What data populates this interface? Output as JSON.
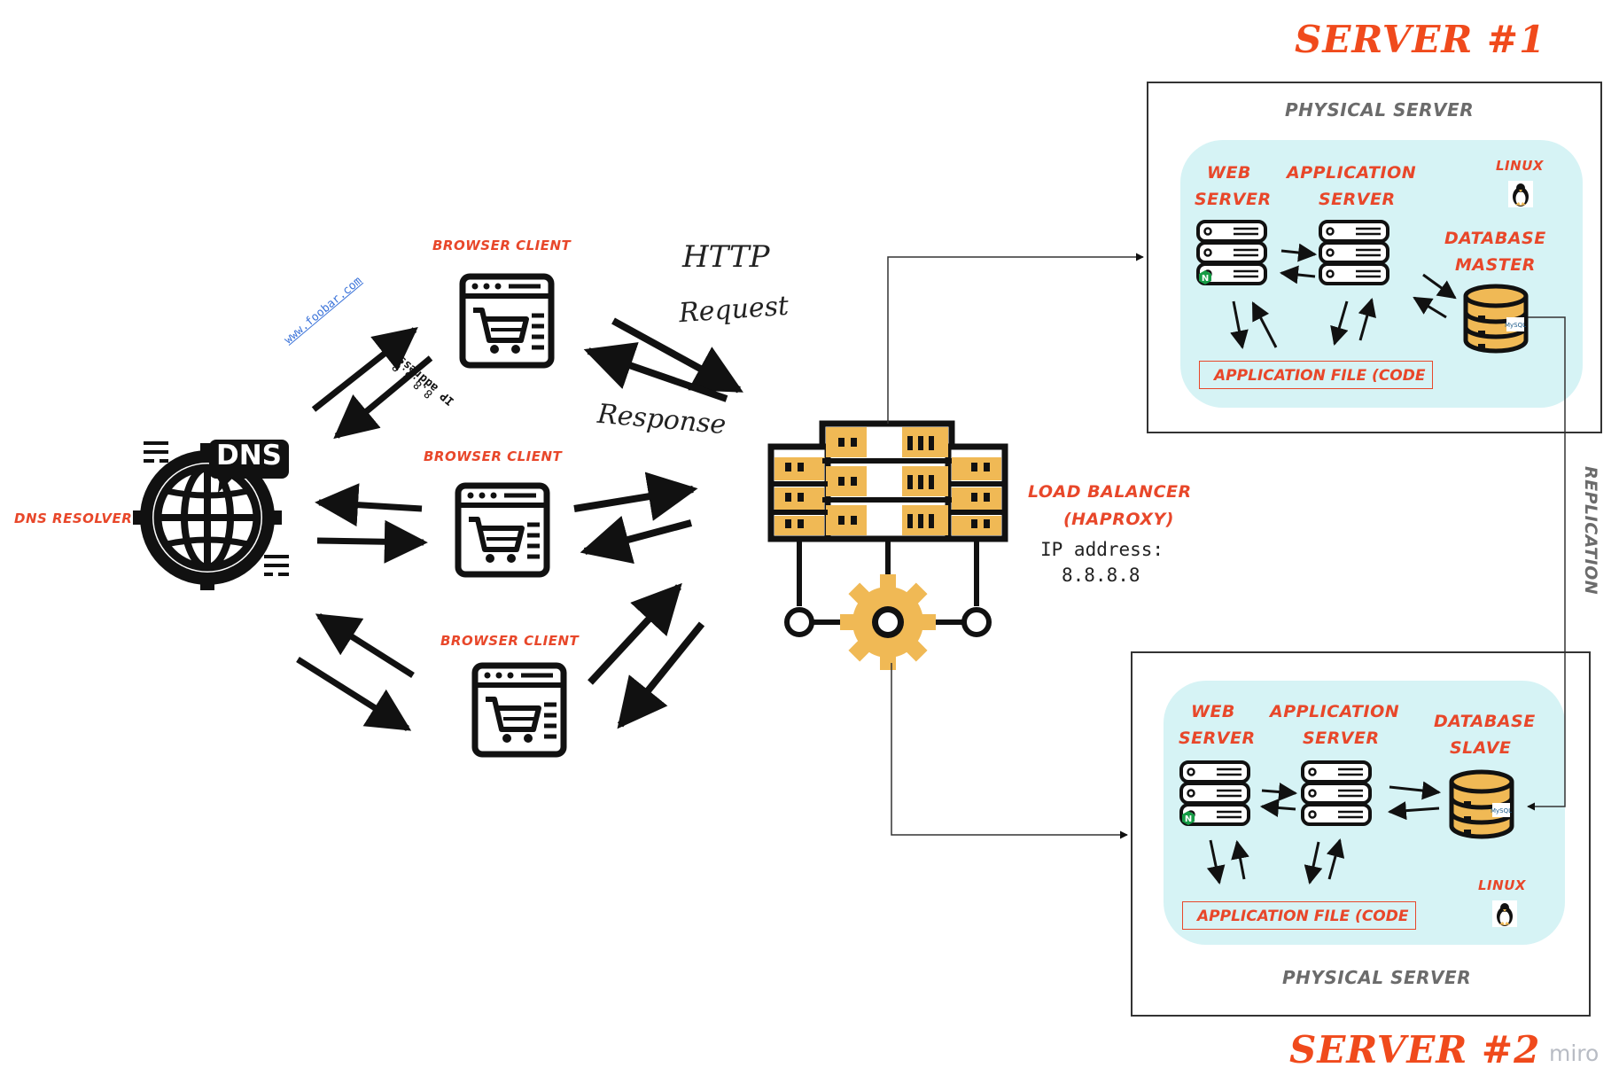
{
  "titles": {
    "server1": "SERVER #1",
    "server2": "SERVER #2"
  },
  "dns": {
    "badge": "DNS",
    "label": "DNS RESOLVER"
  },
  "browsers": [
    {
      "label": "BROWSER CLIENT"
    },
    {
      "label": "BROWSER CLIENT"
    },
    {
      "label": "BROWSER CLIENT"
    }
  ],
  "query_domain": "www.foobar.com",
  "query_reply": {
    "line1": "IP address",
    "line2": "8.8.8.8"
  },
  "http": {
    "line1": "HTTP",
    "line2": "Request",
    "response": "Response"
  },
  "load_balancer": {
    "line1": "LOAD BALANCER",
    "line2": "(HAPROXY)",
    "ip_line1": "IP address:",
    "ip_line2": "8.8.8.8"
  },
  "server1": {
    "physical": "PHYSICAL SERVER",
    "web": [
      "WEB",
      "SERVER"
    ],
    "app": [
      "APPLICATION",
      "SERVER"
    ],
    "db": [
      "DATABASE",
      "MASTER"
    ],
    "os": "LINUX",
    "files": "APPLICATION FILE (CODE"
  },
  "server2": {
    "physical": "PHYSICAL SERVER",
    "web": [
      "WEB",
      "SERVER"
    ],
    "app": [
      "APPLICATION",
      "SERVER"
    ],
    "db": [
      "DATABASE",
      "SLAVE"
    ],
    "os": "LINUX",
    "files": "APPLICATION FILE (CODE"
  },
  "replication": "REPLICATION",
  "watermark": "miro",
  "icons": {
    "dns": "globe-gear-icon",
    "browser": "shopping-cart-browser-icon",
    "load_balancer": "server-rack-gear-icon",
    "web_server": "server-stack-icon",
    "app_server": "server-stack-icon",
    "database": "database-cylinder-icon",
    "nginx": "nginx-logo-icon",
    "mysql": "mysql-logo-icon",
    "linux": "tux-penguin-icon"
  },
  "colors": {
    "accent": "#e8472a",
    "title": "#f04a1c",
    "panel": "#d6f3f5",
    "gold": "#f0b955",
    "ink": "#111111"
  }
}
